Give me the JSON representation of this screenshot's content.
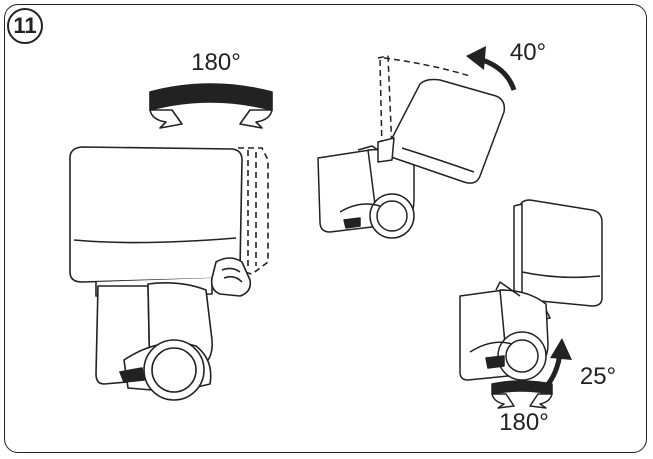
{
  "step": {
    "number": "11"
  },
  "labels": {
    "main_rotation": "180°",
    "head_tilt": "40°",
    "camera_tilt": "25°",
    "camera_rotation": "180°"
  },
  "colors": {
    "stroke": "#222222",
    "background": "#ffffff",
    "arrow_fill": "#222222"
  }
}
